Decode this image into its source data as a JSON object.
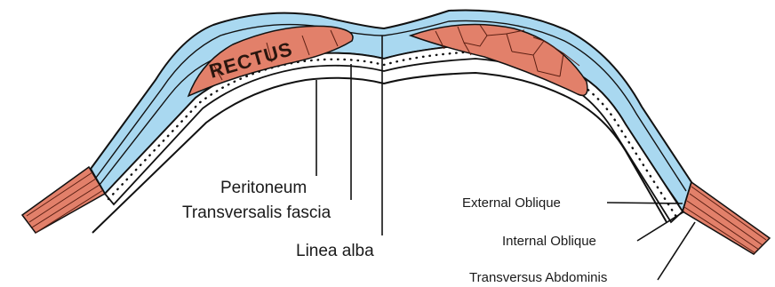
{
  "diagram": {
    "muscle_label": "RECTUS",
    "labels": {
      "peritoneum": "Peritoneum",
      "transversalis_fascia": "Transversalis fascia",
      "linea_alba": "Linea alba",
      "external_oblique": "External Oblique",
      "internal_oblique": "Internal Oblique",
      "transversus_abdominis": "Transversus Abdominis"
    },
    "colors": {
      "fascia": "#a9d8f0",
      "muscle": "#e2806a",
      "outline": "#111111",
      "background": "#ffffff"
    }
  }
}
